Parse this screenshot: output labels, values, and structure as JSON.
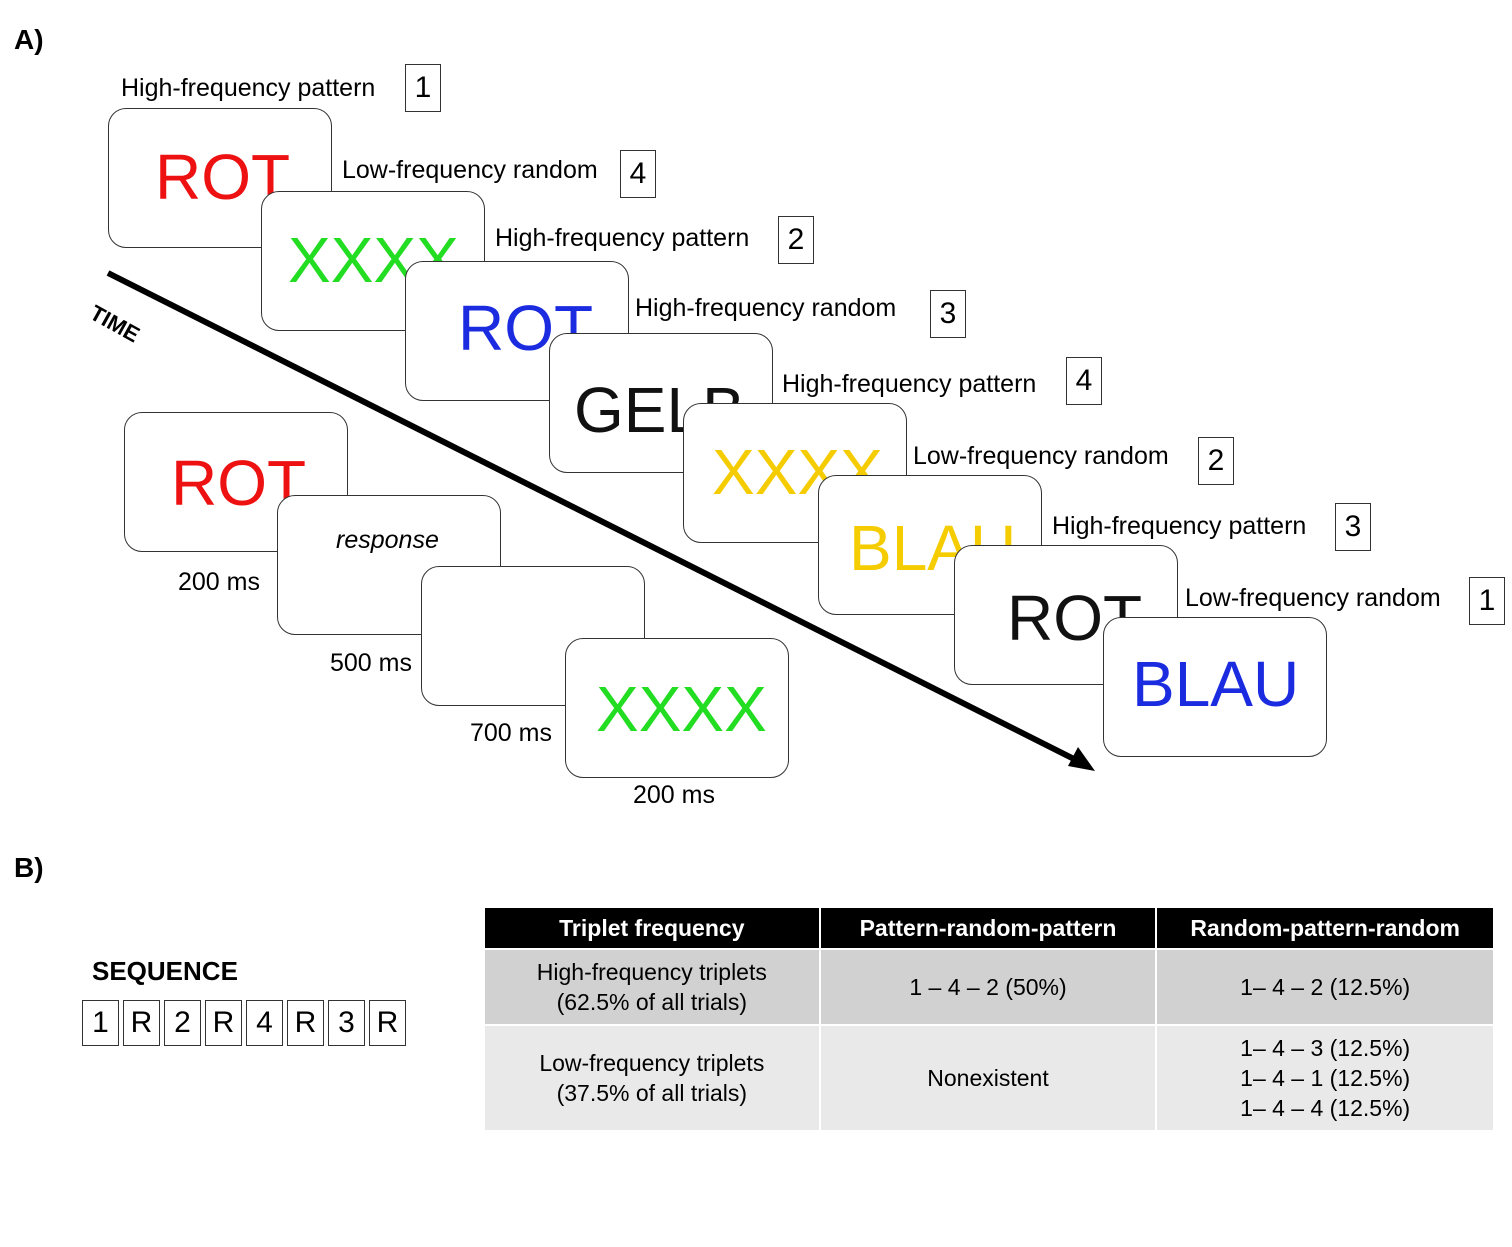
{
  "panel_a_label": "A)",
  "panel_b_label": "B)",
  "time_label": "TIME",
  "colors": {
    "red": "#ee1111",
    "green": "#22dd22",
    "blue": "#1a2be0",
    "black": "#111111",
    "yellow": "#f5cc00"
  },
  "stimuli": [
    {
      "word": "ROT",
      "color": "#ee1111",
      "caption": "High-frequency pattern",
      "number": "1"
    },
    {
      "word": "XXXX",
      "color": "#22dd22",
      "caption": "Low-frequency random",
      "number": "4"
    },
    {
      "word": "ROT",
      "color": "#1a2be0",
      "caption": "High-frequency pattern",
      "number": "2"
    },
    {
      "word": "GELB",
      "color": "#111111",
      "caption": "High-frequency random",
      "number": "3"
    },
    {
      "word": "XXXX",
      "color": "#f5cc00",
      "caption": "High-frequency pattern",
      "number": "4"
    },
    {
      "word": "BLAU",
      "color": "#f5cc00",
      "caption": "Low-frequency random",
      "number": "2"
    },
    {
      "word": "ROT",
      "color": "#111111",
      "caption": "High-frequency pattern",
      "number": "3"
    },
    {
      "word": "BLAU",
      "color": "#1a2be0",
      "caption": "Low-frequency random",
      "number": "1"
    }
  ],
  "trial": {
    "stimulus_word": "ROT",
    "stimulus_color": "#ee1111",
    "response_label": "response",
    "durations": [
      "200 ms",
      "500 ms",
      "700 ms",
      "200 ms"
    ],
    "next_word": "XXXX",
    "next_color": "#22dd22"
  },
  "sequence": {
    "title": "SEQUENCE",
    "items": [
      "1",
      "R",
      "2",
      "R",
      "4",
      "R",
      "3",
      "R"
    ]
  },
  "table": {
    "headers": [
      "Triplet frequency",
      "Pattern-random-pattern",
      "Random-pattern-random"
    ],
    "rows": [
      {
        "frequency": [
          "High-frequency triplets",
          "(62.5% of all trials)"
        ],
        "prp": [
          "1 – 4 – 2 (50%)"
        ],
        "rpr": [
          "1– 4 – 2 (12.5%)"
        ]
      },
      {
        "frequency": [
          "Low-frequency triplets",
          "(37.5% of all trials)"
        ],
        "prp": [
          "Nonexistent"
        ],
        "rpr": [
          "1– 4 – 3 (12.5%)",
          "1– 4 – 1 (12.5%)",
          "1– 4 – 4 (12.5%)"
        ]
      }
    ]
  }
}
